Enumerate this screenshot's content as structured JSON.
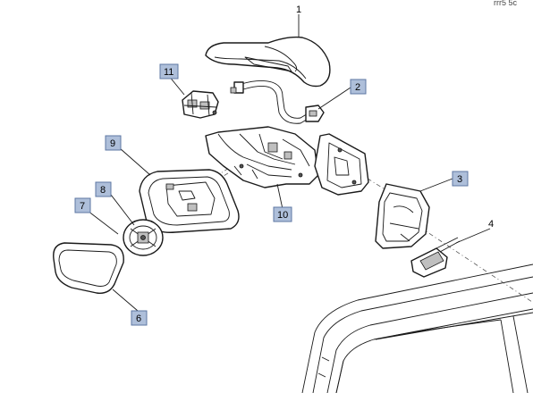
{
  "corner_code": "rrr5 5c",
  "callouts": {
    "p1": "1",
    "p2": "2",
    "p3": "3",
    "p4": "4",
    "p6": "6",
    "p7": "7",
    "p8": "8",
    "p9": "9",
    "p10": "10",
    "p11": "11"
  },
  "colors": {
    "callout_fill": "#aebfda",
    "callout_border": "#5d77a3",
    "line": "#1a1a1a"
  }
}
